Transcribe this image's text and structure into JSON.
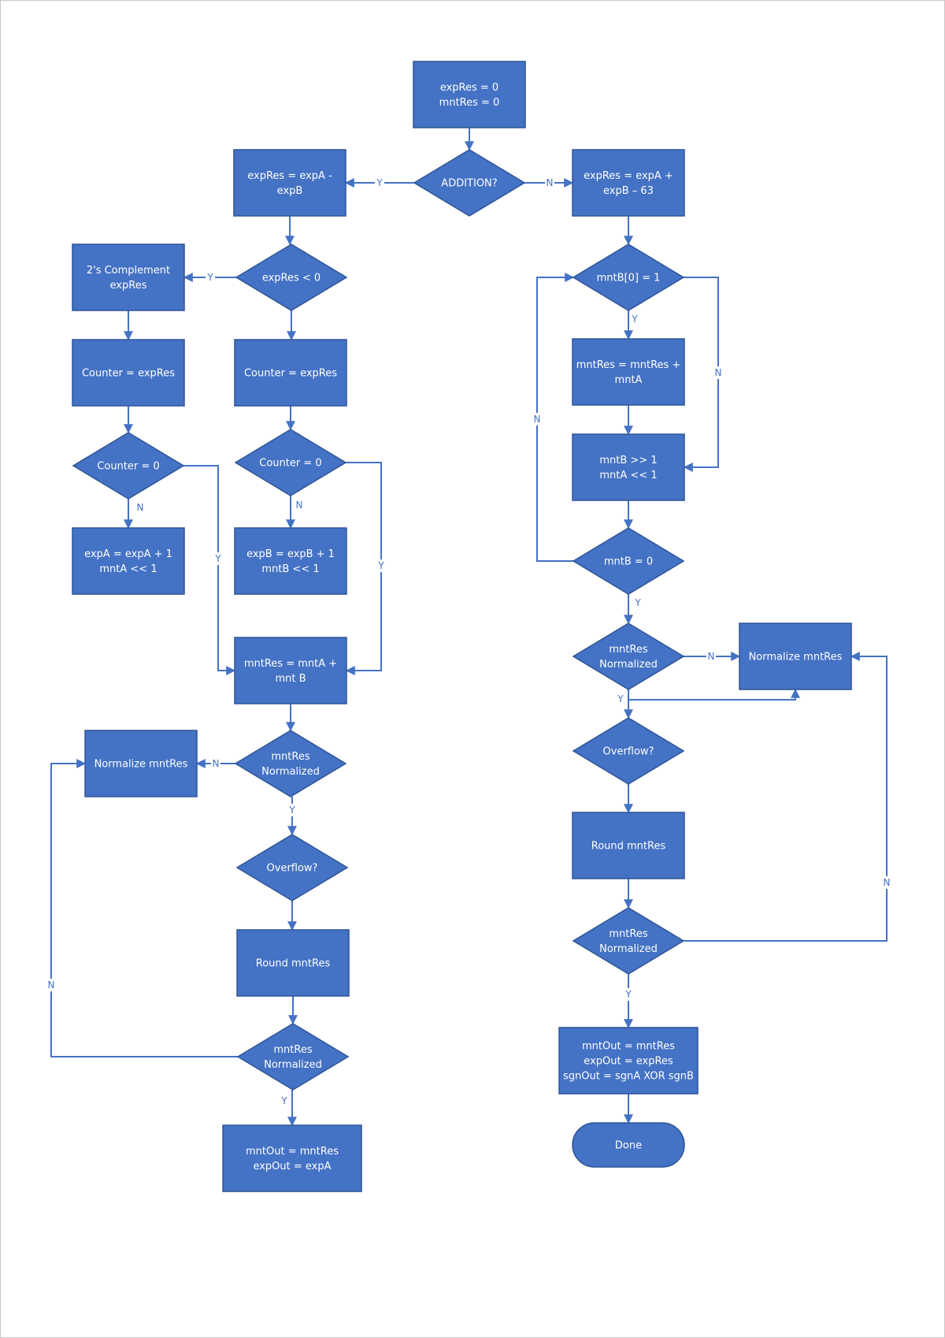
{
  "colors": {
    "shape_fill": "#4472c4",
    "shape_stroke": "#2f5597",
    "connector": "#4472c4",
    "label": "#4472c4",
    "text": "#ffffff"
  },
  "nodes": {
    "init": {
      "shape": "process",
      "lines": [
        "expRes = 0",
        "mntRes = 0"
      ]
    },
    "addition": {
      "shape": "decision",
      "lines": [
        "ADDITION?"
      ]
    },
    "sub_exp": {
      "shape": "process",
      "lines": [
        "expRes = expA -",
        "expB"
      ]
    },
    "mul_exp": {
      "shape": "process",
      "lines": [
        "expRes = expA +",
        "expB – 63"
      ]
    },
    "exp_neg": {
      "shape": "decision",
      "lines": [
        "expRes < 0"
      ]
    },
    "twos_comp": {
      "shape": "process",
      "lines": [
        "2's Complement",
        "expRes"
      ]
    },
    "counter_left": {
      "shape": "process",
      "lines": [
        "Counter = expRes"
      ]
    },
    "counter_mid": {
      "shape": "process",
      "lines": [
        "Counter = expRes"
      ]
    },
    "counter_zero_left": {
      "shape": "decision",
      "lines": [
        "Counter = 0"
      ]
    },
    "counter_zero_mid": {
      "shape": "decision",
      "lines": [
        "Counter = 0"
      ]
    },
    "shift_a": {
      "shape": "process",
      "lines": [
        "expA = expA + 1",
        "mntA << 1"
      ]
    },
    "shift_b": {
      "shape": "process",
      "lines": [
        "expB = expB + 1",
        "mntB << 1"
      ]
    },
    "add_mnt": {
      "shape": "process",
      "lines": [
        "mntRes = mntA +",
        "mnt B"
      ]
    },
    "norm_check_1": {
      "shape": "decision",
      "lines": [
        "mntRes",
        "Normalized"
      ]
    },
    "normalize_1": {
      "shape": "process",
      "lines": [
        "Normalize mntRes"
      ]
    },
    "overflow_1": {
      "shape": "decision",
      "lines": [
        "Overflow?"
      ]
    },
    "round_1": {
      "shape": "process",
      "lines": [
        "Round mntRes"
      ]
    },
    "norm_check_2": {
      "shape": "decision",
      "lines": [
        "mntRes",
        "Normalized"
      ]
    },
    "out_add": {
      "shape": "process",
      "lines": [
        "mntOut = mntRes",
        "expOut = expA"
      ]
    },
    "mntb_bit": {
      "shape": "decision",
      "lines": [
        "mntB[0] = 1"
      ]
    },
    "accumulate": {
      "shape": "process",
      "lines": [
        "mntRes = mntRes +",
        "mntA"
      ]
    },
    "shift_ab": {
      "shape": "process",
      "lines": [
        "mntB >> 1",
        "mntA << 1"
      ]
    },
    "mntb_zero": {
      "shape": "decision",
      "lines": [
        "mntB = 0"
      ]
    },
    "norm_check_3": {
      "shape": "decision",
      "lines": [
        "mntRes",
        "Normalized"
      ]
    },
    "normalize_2": {
      "shape": "process",
      "lines": [
        "Normalize mntRes"
      ]
    },
    "overflow_2": {
      "shape": "decision",
      "lines": [
        "Overflow?"
      ]
    },
    "round_2": {
      "shape": "process",
      "lines": [
        "Round mntRes"
      ]
    },
    "norm_check_4": {
      "shape": "decision",
      "lines": [
        "mntRes",
        "Normalized"
      ]
    },
    "out_mul": {
      "shape": "process",
      "lines": [
        "mntOut = mntRes",
        "expOut = expRes",
        "sgnOut = sgnA XOR sgnB"
      ]
    },
    "done": {
      "shape": "terminator",
      "lines": [
        "Done"
      ]
    }
  },
  "edges": [
    {
      "from": "init",
      "to": "addition",
      "label": ""
    },
    {
      "from": "addition",
      "to": "sub_exp",
      "label": "Y"
    },
    {
      "from": "addition",
      "to": "mul_exp",
      "label": "N"
    },
    {
      "from": "sub_exp",
      "to": "exp_neg",
      "label": ""
    },
    {
      "from": "exp_neg",
      "to": "twos_comp",
      "label": "Y"
    },
    {
      "from": "exp_neg",
      "to": "counter_mid",
      "label": ""
    },
    {
      "from": "twos_comp",
      "to": "counter_left",
      "label": ""
    },
    {
      "from": "counter_left",
      "to": "counter_zero_left",
      "label": ""
    },
    {
      "from": "counter_mid",
      "to": "counter_zero_mid",
      "label": ""
    },
    {
      "from": "counter_zero_left",
      "to": "shift_a",
      "label": "N"
    },
    {
      "from": "counter_zero_left",
      "to": "add_mnt",
      "label": "Y"
    },
    {
      "from": "counter_zero_mid",
      "to": "shift_b",
      "label": "N"
    },
    {
      "from": "counter_zero_mid",
      "to": "add_mnt",
      "label": "Y"
    },
    {
      "from": "add_mnt",
      "to": "norm_check_1",
      "label": ""
    },
    {
      "from": "norm_check_1",
      "to": "normalize_1",
      "label": "N"
    },
    {
      "from": "norm_check_1",
      "to": "overflow_1",
      "label": "Y"
    },
    {
      "from": "overflow_1",
      "to": "round_1",
      "label": ""
    },
    {
      "from": "round_1",
      "to": "norm_check_2",
      "label": ""
    },
    {
      "from": "norm_check_2",
      "to": "normalize_1",
      "label": "N"
    },
    {
      "from": "norm_check_2",
      "to": "out_add",
      "label": "Y"
    },
    {
      "from": "mul_exp",
      "to": "mntb_bit",
      "label": ""
    },
    {
      "from": "mntb_bit",
      "to": "accumulate",
      "label": "Y"
    },
    {
      "from": "mntb_bit",
      "to": "shift_ab",
      "label": "N"
    },
    {
      "from": "accumulate",
      "to": "shift_ab",
      "label": ""
    },
    {
      "from": "shift_ab",
      "to": "mntb_zero",
      "label": ""
    },
    {
      "from": "mntb_zero",
      "to": "mntb_bit",
      "label": "N"
    },
    {
      "from": "mntb_zero",
      "to": "norm_check_3",
      "label": "Y"
    },
    {
      "from": "norm_check_3",
      "to": "normalize_2",
      "label": "N"
    },
    {
      "from": "norm_check_3",
      "to": "overflow_2",
      "label": "Y"
    },
    {
      "from": "normalize_2",
      "to": "overflow_2",
      "label": ""
    },
    {
      "from": "overflow_2",
      "to": "round_2",
      "label": ""
    },
    {
      "from": "round_2",
      "to": "norm_check_4",
      "label": ""
    },
    {
      "from": "norm_check_4",
      "to": "normalize_2",
      "label": "N"
    },
    {
      "from": "norm_check_4",
      "to": "out_mul",
      "label": "Y"
    },
    {
      "from": "out_mul",
      "to": "done",
      "label": ""
    }
  ]
}
